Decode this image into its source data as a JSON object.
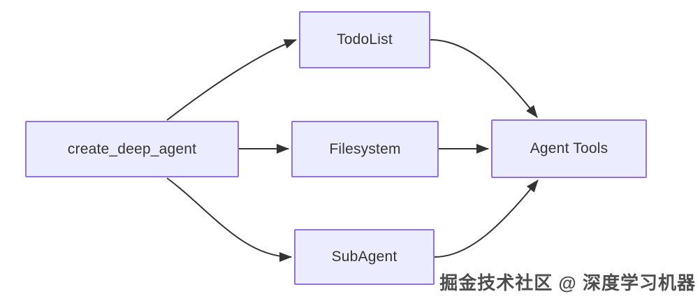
{
  "diagram": {
    "type": "flowchart",
    "direction": "left-to-right",
    "nodes": [
      {
        "id": "create_deep_agent",
        "label": "create_deep_agent"
      },
      {
        "id": "todolist",
        "label": "TodoList"
      },
      {
        "id": "filesystem",
        "label": "Filesystem"
      },
      {
        "id": "subagent",
        "label": "SubAgent"
      },
      {
        "id": "agent_tools",
        "label": "Agent Tools"
      }
    ],
    "edges": [
      {
        "from": "create_deep_agent",
        "to": "todolist"
      },
      {
        "from": "create_deep_agent",
        "to": "filesystem"
      },
      {
        "from": "create_deep_agent",
        "to": "subagent"
      },
      {
        "from": "todolist",
        "to": "agent_tools"
      },
      {
        "from": "filesystem",
        "to": "agent_tools"
      },
      {
        "from": "subagent",
        "to": "agent_tools"
      }
    ],
    "colors": {
      "node_fill": "#ECECFF",
      "node_border": "#9370DB",
      "edge": "#333333",
      "label_text": "#333333",
      "background": "#FFFFFF"
    }
  },
  "watermark": {
    "text": "掘金技术社区 @ 深度学习机器"
  }
}
